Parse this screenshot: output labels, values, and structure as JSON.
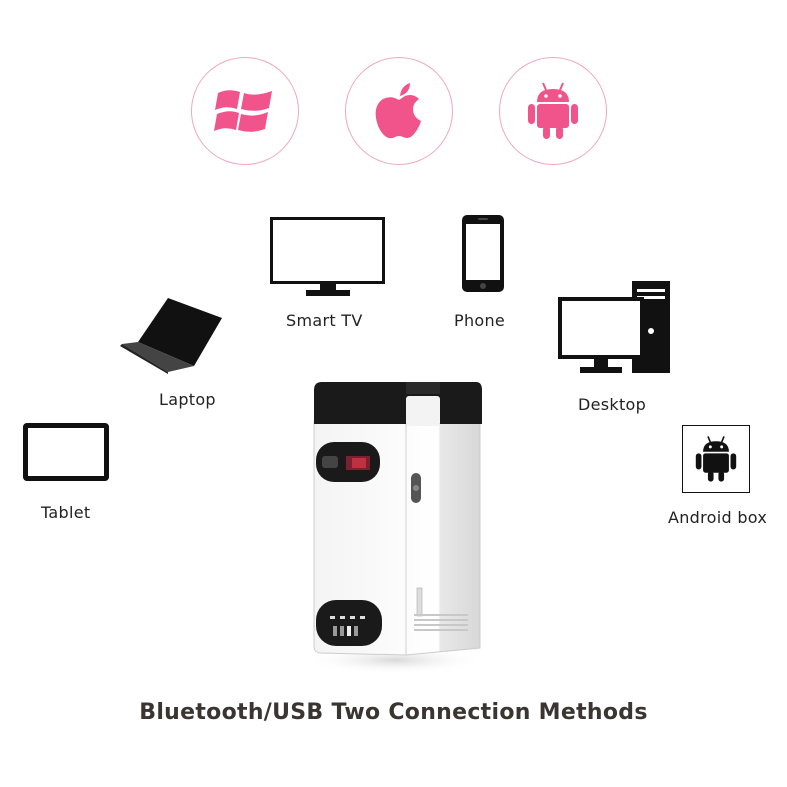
{
  "os_icons": [
    {
      "name": "windows-logo-icon",
      "color": "#f0548a"
    },
    {
      "name": "apple-logo-icon",
      "color": "#f0548a"
    },
    {
      "name": "android-logo-icon",
      "color": "#f0548a"
    }
  ],
  "devices": {
    "smart_tv": "Smart TV",
    "phone": "Phone",
    "laptop": "Laptop",
    "desktop": "Desktop",
    "tablet": "Tablet",
    "android_box": "Android box"
  },
  "headline": "Bluetooth/USB Two Connection Methods",
  "accent_color": "#f0548a"
}
